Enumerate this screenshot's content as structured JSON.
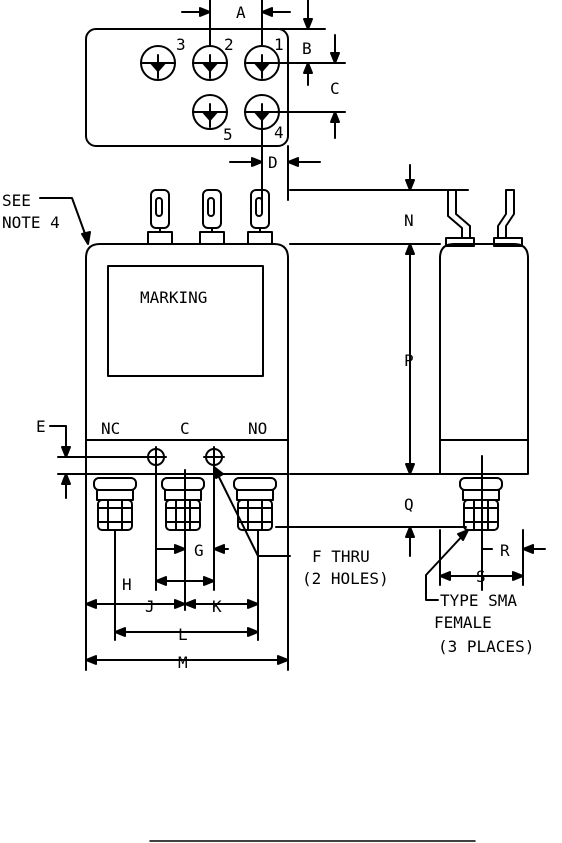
{
  "labels": {
    "dims": {
      "a": "A",
      "b": "B",
      "c": "C",
      "d": "D",
      "e": "E",
      "g": "G",
      "h": "H",
      "j": "J",
      "k": "K",
      "l": "L",
      "m": "M",
      "n": "N",
      "p": "P",
      "q": "Q",
      "r": "R",
      "s": "S"
    },
    "pins": {
      "p1": "1",
      "p2": "2",
      "p3": "3",
      "p4": "4",
      "p5": "5"
    },
    "terminals": {
      "nc": "NC",
      "c": "C",
      "no": "NO"
    },
    "marking": "MARKING",
    "see_note_line1": "SEE",
    "see_note_line2": "NOTE 4",
    "f_thru_line1": "F THRU",
    "f_thru_line2": "(2 HOLES)",
    "sma_line1": "TYPE SMA",
    "sma_line2": "FEMALE",
    "sma_line3": "(3 PLACES)"
  }
}
